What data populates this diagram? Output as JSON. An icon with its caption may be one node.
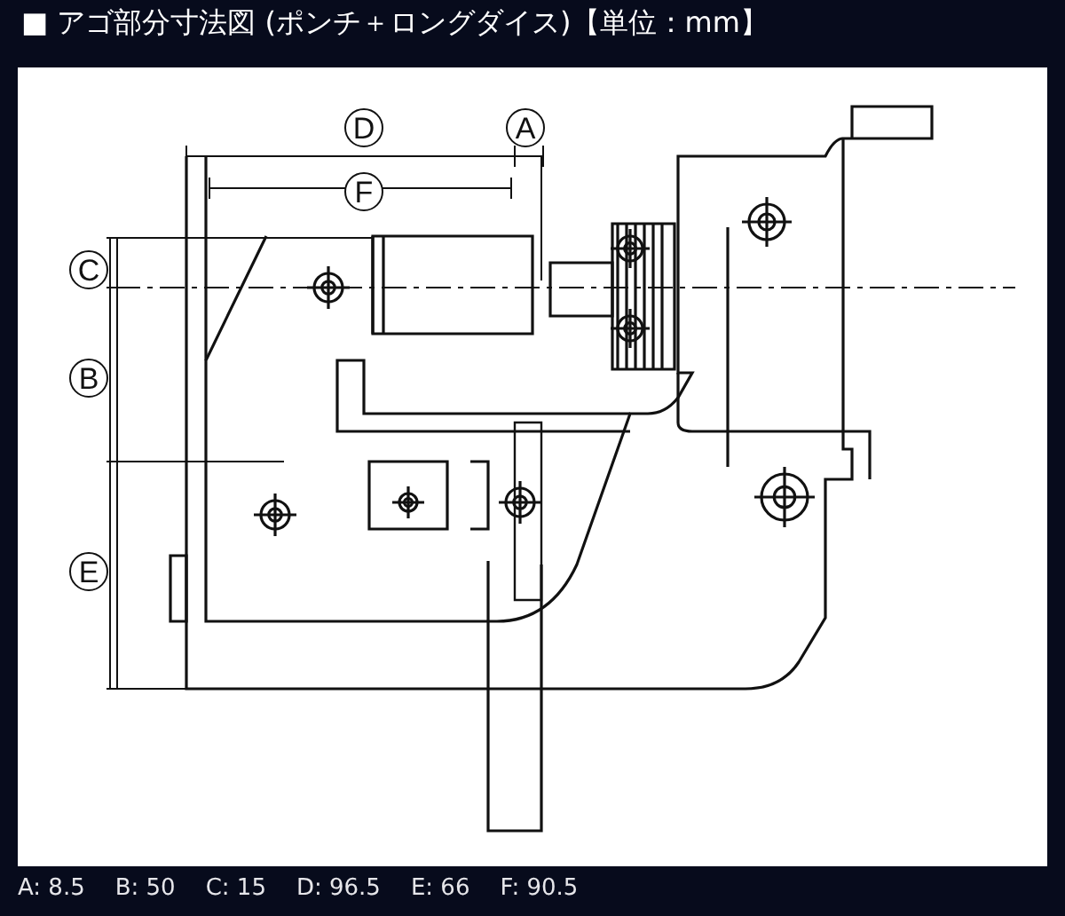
{
  "diagram": {
    "title": "■ アゴ部分寸法図 (ポンチ＋ロングダイス)【単位：mm】",
    "labels": [
      "D",
      "A",
      "F",
      "C",
      "B",
      "E",
      "A: 8.5",
      "B: 50",
      "C: 15",
      "D: 96.5",
      "E: 66",
      "F: 90.5"
    ]
  }
}
